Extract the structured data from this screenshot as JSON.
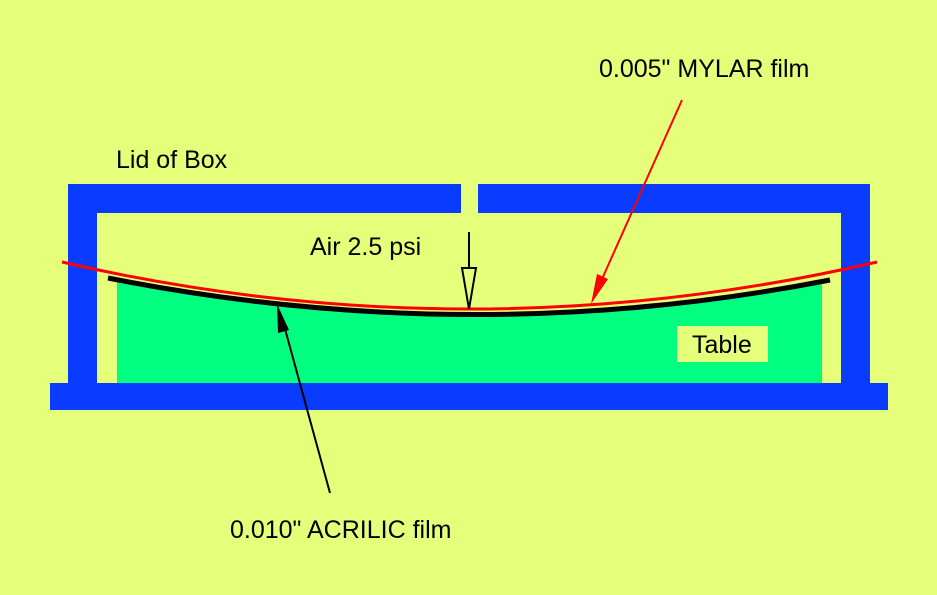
{
  "labels": {
    "mylar": "0.005\" MYLAR film",
    "lid": "Lid of Box",
    "air": "Air 2.5 psi",
    "table": "Table",
    "acrylic": "0.010\" ACRILIC film"
  },
  "colors": {
    "background": "#e6ff7a",
    "box": "#0a3cff",
    "table": "#00ff80",
    "mylar": "#ff0000",
    "acrylic": "#000000"
  }
}
